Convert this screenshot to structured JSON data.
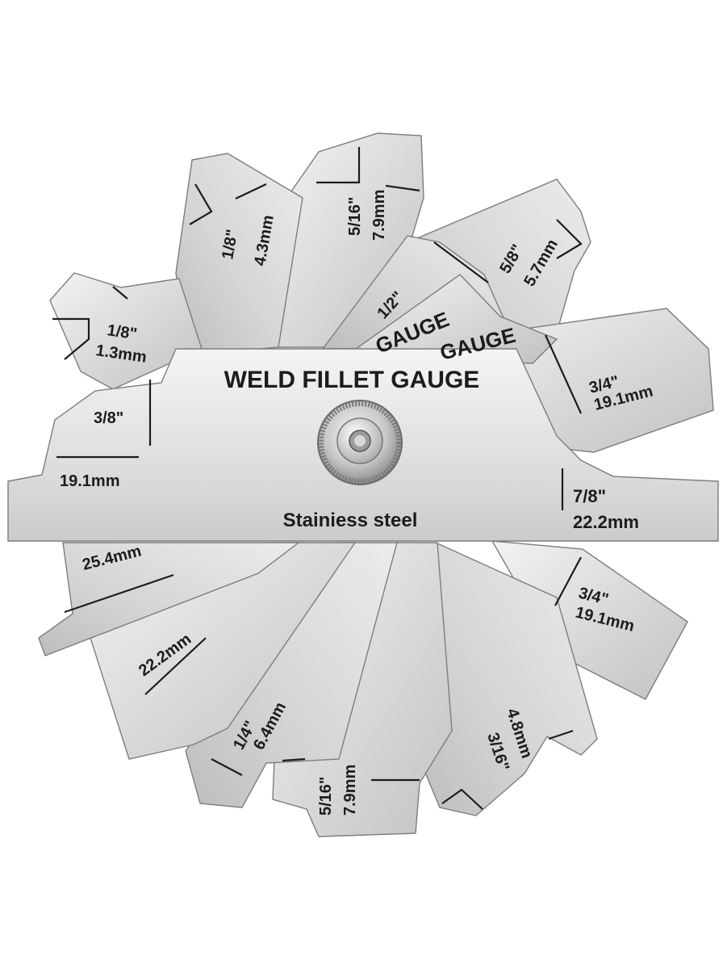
{
  "colors": {
    "background": "#ffffff",
    "steel_light": "#eeeeee",
    "steel_dark": "#b9b9b9",
    "etch": "#1c1c1c",
    "edge": "#7d7d7d"
  },
  "bar": {
    "title": "WELD FILLET GAUGE",
    "material": "Stainiess steel"
  },
  "hidden_text": {
    "gauge_a": "GAUGE",
    "gauge_b": "GAUGE"
  },
  "leaves": {
    "upper_left_small": {
      "inch": "1/8\"",
      "mm": "1.3mm"
    },
    "upper_left_tall": {
      "inch": "1/8\"",
      "mm": "4.3mm"
    },
    "top": {
      "inch": "5/16\"",
      "mm": "7.9mm"
    },
    "top_right": {
      "inch": "5/8\"",
      "mm": "5.7mm"
    },
    "mid_hidden": {
      "inch": "1/2\""
    },
    "right_upper": {
      "inch": "3/4\"",
      "mm": "19.1mm"
    },
    "left_bar": {
      "inch": "3/8\"",
      "mm": "19.1mm"
    },
    "right_bar": {
      "inch": "7/8\"",
      "mm": "22.2mm"
    },
    "lower_left_far": {
      "mm": "25.4mm"
    },
    "lower_left": {
      "mm": "22.2mm"
    },
    "lower_mid_left": {
      "inch": "1/4\"",
      "mm": "6.4mm"
    },
    "bottom": {
      "inch": "5/16\"",
      "mm": "7.9mm"
    },
    "lower_right": {
      "inch": "3/16\"",
      "mm": "4.8mm"
    },
    "right_lower": {
      "inch": "3/4\"",
      "mm": "19.1mm"
    }
  }
}
